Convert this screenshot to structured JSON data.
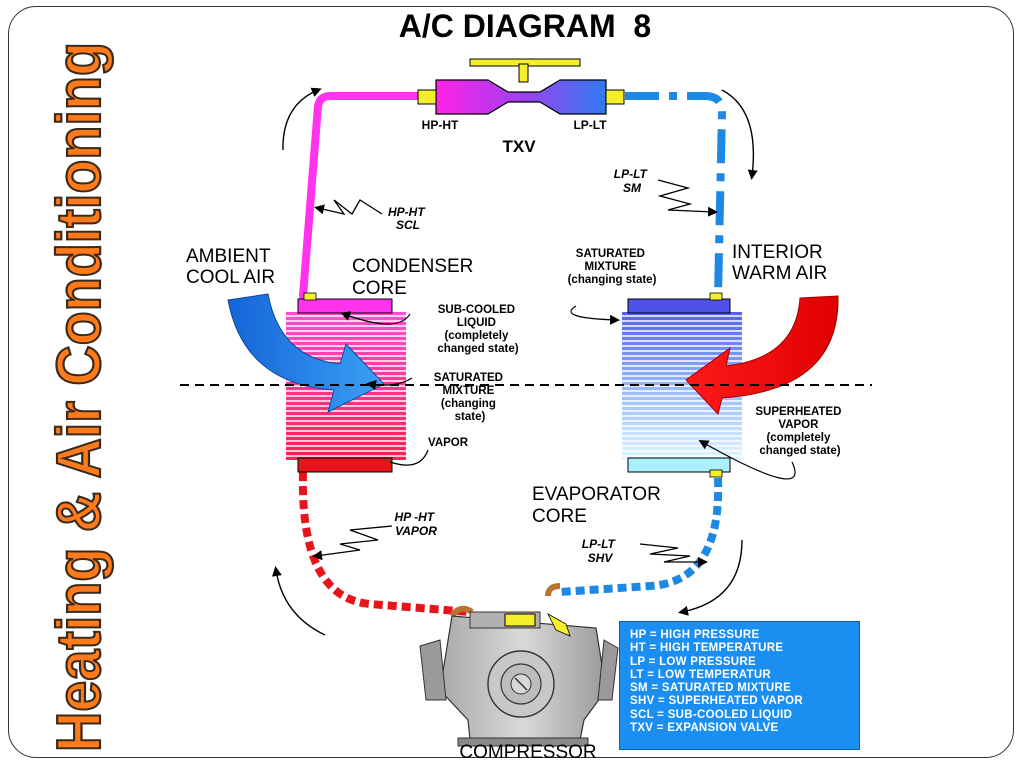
{
  "title": "A/C DIAGRAM  8",
  "side_title": "Heating & Air Conditioning",
  "valve": {
    "name": "TXV",
    "left_port": "HP-HT",
    "right_port": "LP-LT"
  },
  "condenser": {
    "name_line1": "CONDENSER",
    "name_line2": "CORE",
    "subcooled": [
      "SUB-COOLED",
      "LIQUID",
      "(completely",
      "changed state)"
    ],
    "saturated": [
      "SATURATED",
      "MIXTURE",
      "(changing",
      "state)"
    ],
    "vapor": "VAPOR"
  },
  "evaporator": {
    "name_line1": "EVAPORATOR",
    "name_line2": "CORE",
    "saturated": [
      "SATURATED",
      "MIXTURE",
      "(changing state)"
    ],
    "superheated": [
      "SUPERHEATED",
      "VAPOR",
      "(completely",
      "changed state)"
    ]
  },
  "air": {
    "ambient": [
      "AMBIENT",
      "COOL AIR"
    ],
    "interior": [
      "INTERIOR",
      "WARM AIR"
    ]
  },
  "line_labels": {
    "hp_ht_scl": [
      "HP-HT",
      "SCL"
    ],
    "lp_lt_sm": [
      "LP-LT",
      "SM"
    ],
    "hp_ht_vapor": [
      "HP -HT",
      "VAPOR"
    ],
    "lp_lt_shv": [
      "LP-LT",
      "SHV"
    ]
  },
  "compressor": "COMPRESSOR",
  "legend": [
    "HP = HIGH PRESSURE",
    "HT = HIGH TEMPERATURE",
    "LP = LOW PRESSURE",
    "LT = LOW TEMPERATUR",
    "SM = SATURATED MIXTURE",
    "SHV = SUPERHEATED VAPOR",
    "SCL = SUB-COOLED LIQUID",
    "TXV = EXPANSION VALVE"
  ],
  "colors": {
    "high_pressure_liquid": "#ff33ee",
    "high_pressure_vapor": "#e8141c",
    "low_pressure": "#1e88e5",
    "side_title": "#ff7a1a",
    "legend_bg": "#1b8ef2"
  }
}
